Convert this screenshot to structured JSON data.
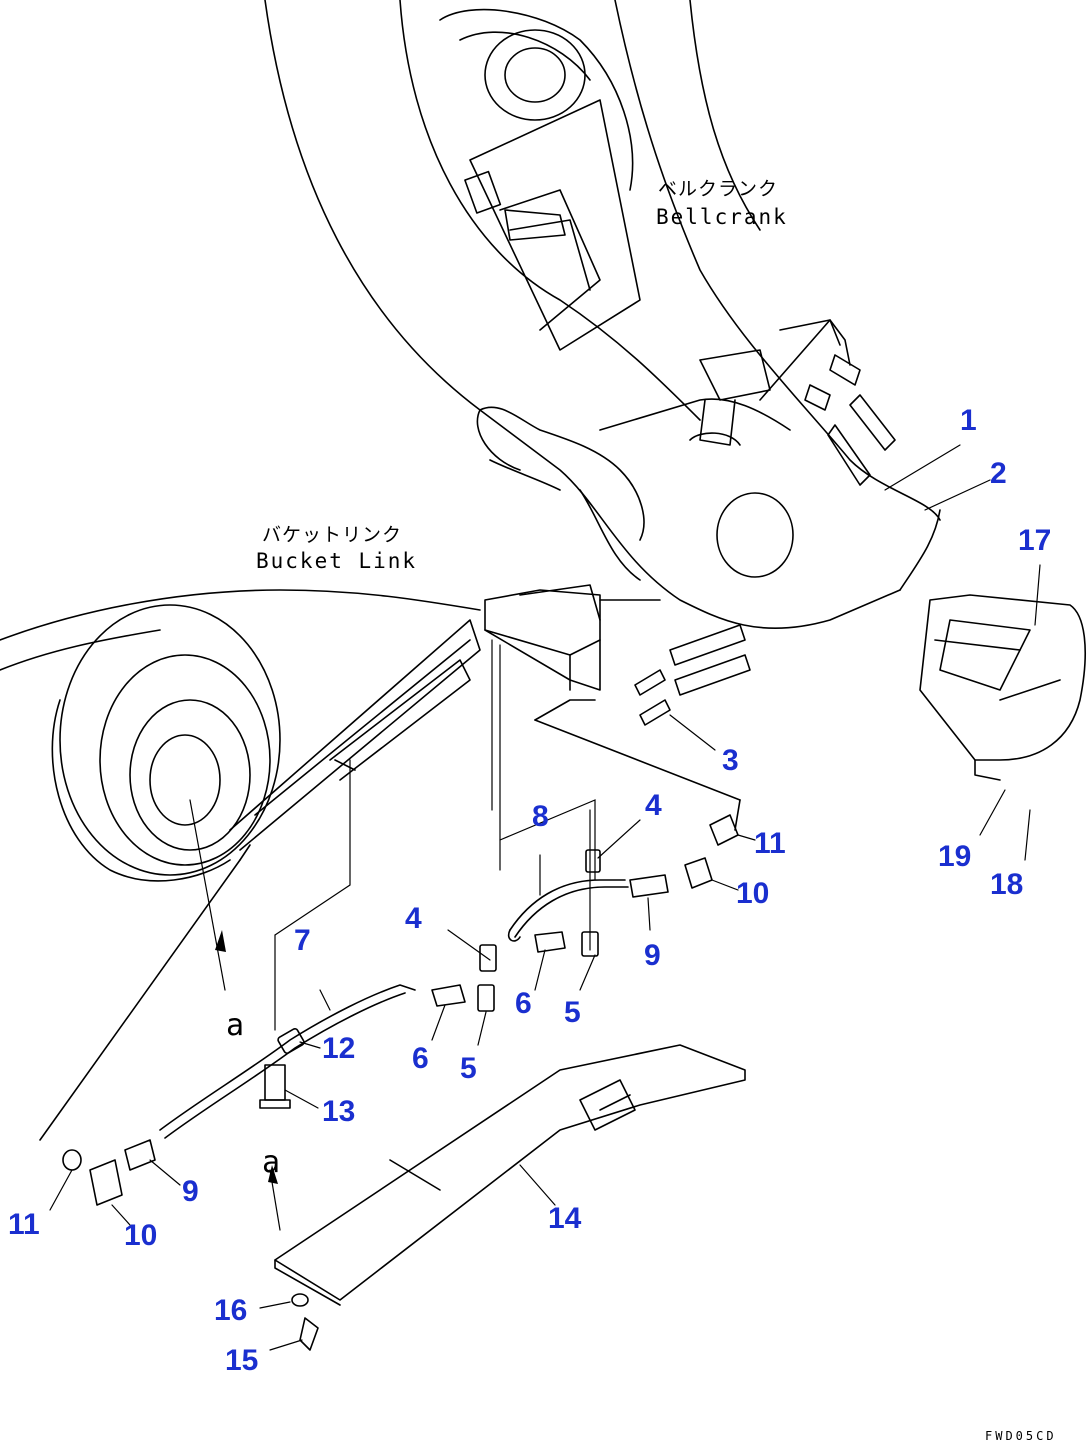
{
  "labels": {
    "bellcrank_jp": "ベルクランク",
    "bellcrank_en": "Bellcrank",
    "bucket_link_jp": "バケットリンク",
    "bucket_link_en": "Bucket Link",
    "view_a_top": "a",
    "view_a_bottom": "a",
    "drawing_code": "FWD05CD"
  },
  "callouts": {
    "c1": "1",
    "c2": "2",
    "c3": "3",
    "c4a": "4",
    "c4b": "4",
    "c5a": "5",
    "c5b": "5",
    "c6a": "6",
    "c6b": "6",
    "c7": "7",
    "c8": "8",
    "c9a": "9",
    "c9b": "9",
    "c10a": "10",
    "c10b": "10",
    "c11a": "11",
    "c11b": "11",
    "c12": "12",
    "c13": "13",
    "c14": "14",
    "c15": "15",
    "c16": "16",
    "c17": "17",
    "c18": "18",
    "c19": "19"
  },
  "colors": {
    "callout": "#1a2fcf",
    "line": "#000000"
  }
}
